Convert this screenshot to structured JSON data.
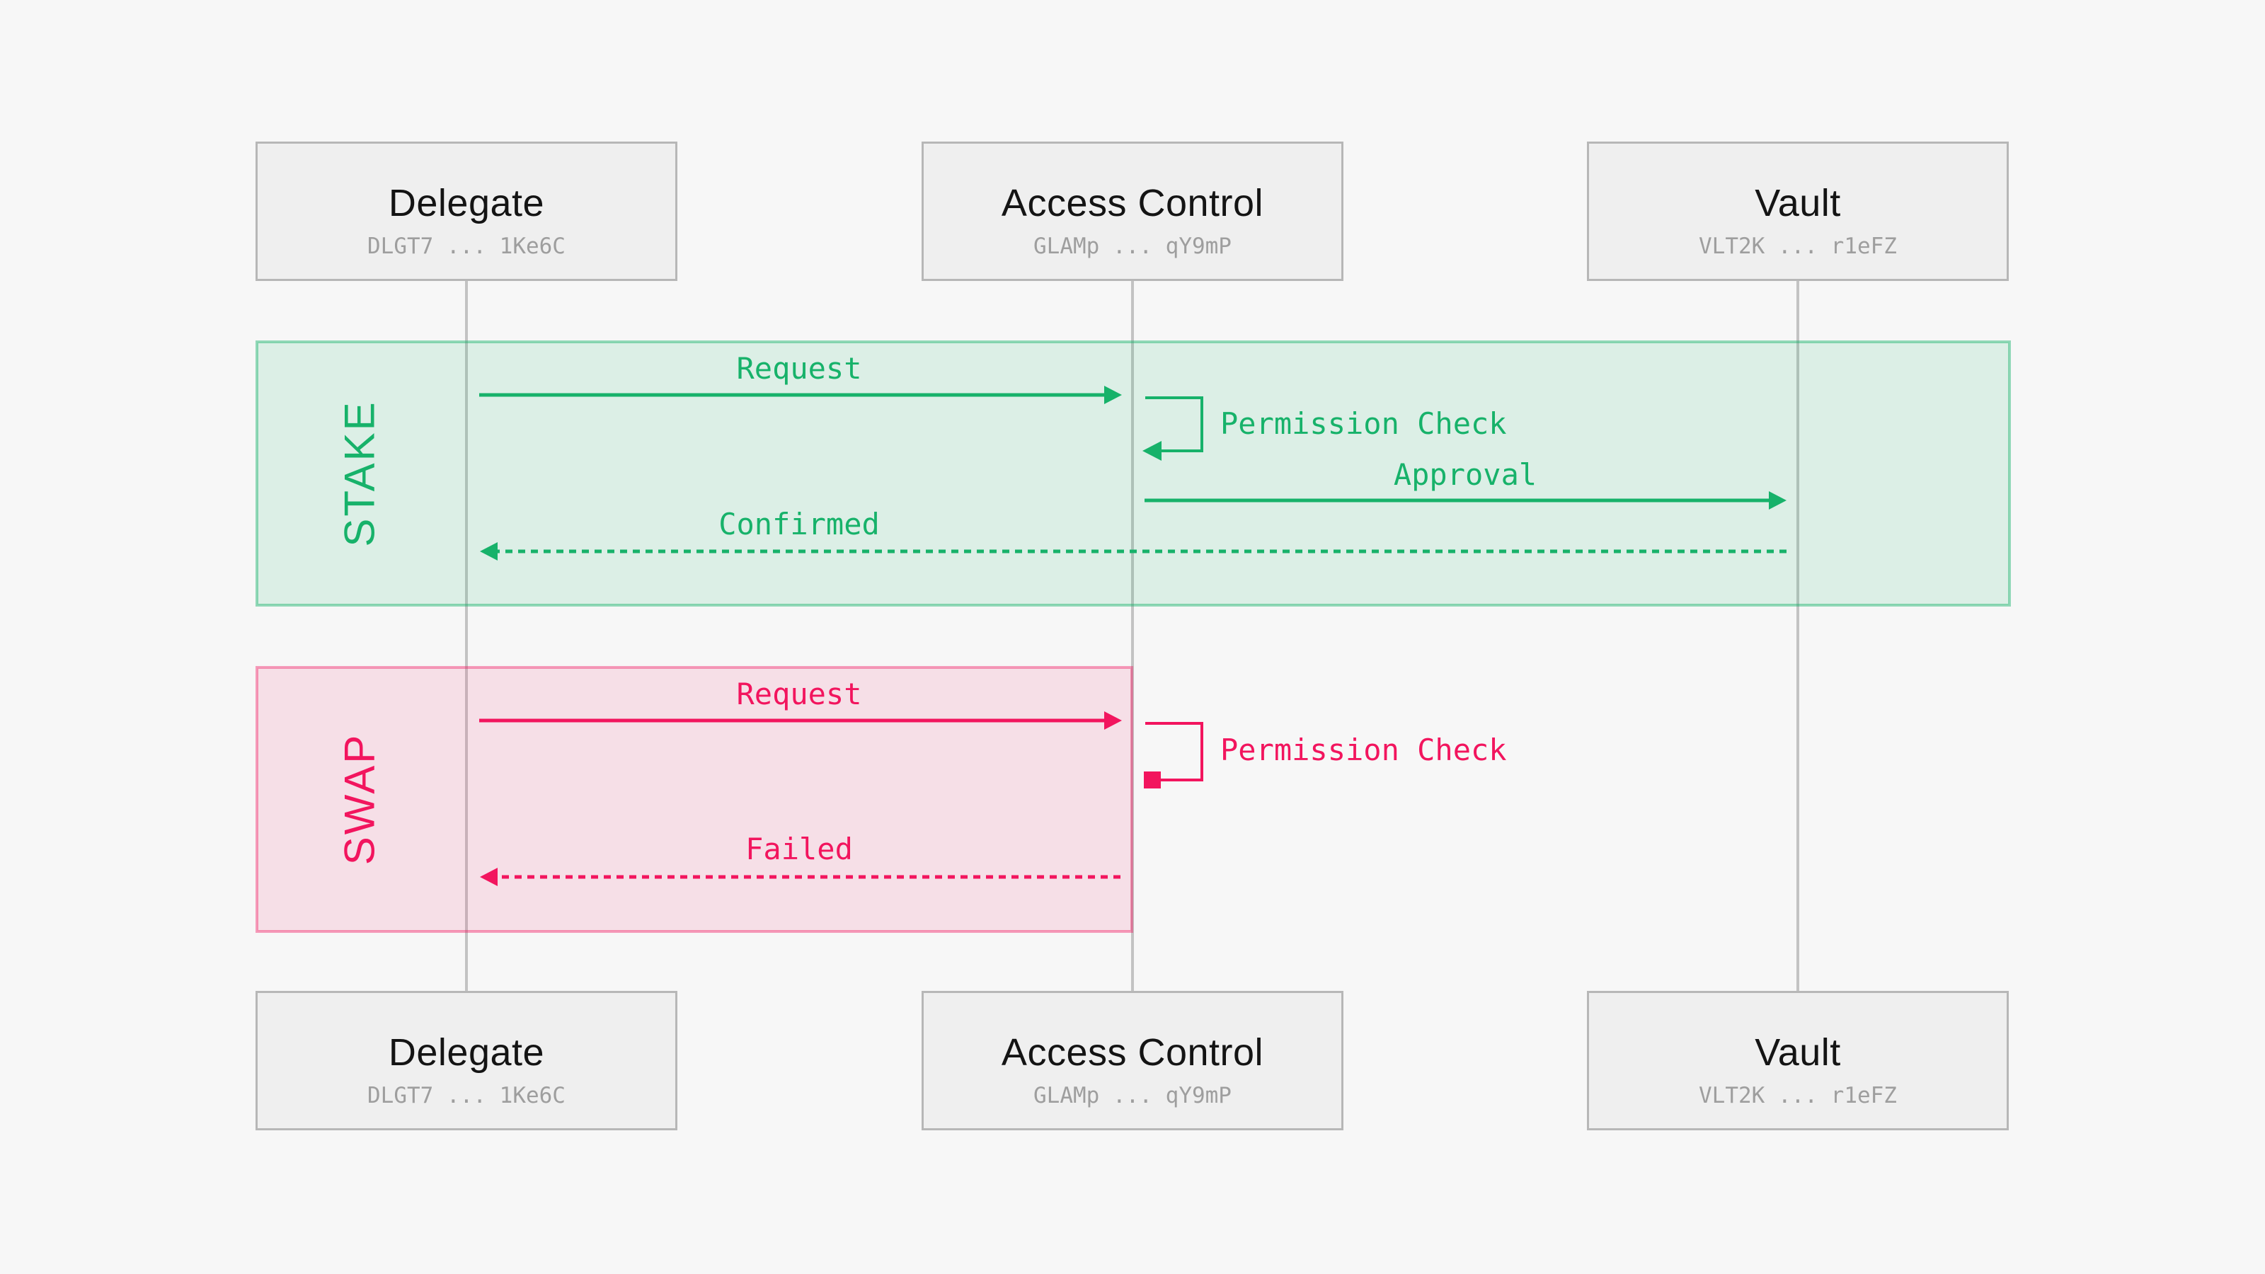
{
  "diagram": {
    "type": "sequence-diagram",
    "background_color": "#f7f7f7",
    "actors": [
      {
        "name": "Delegate",
        "address": "DLGT7 ... 1Ke6C"
      },
      {
        "name": "Access Control",
        "address": "GLAMp ... qY9mP"
      },
      {
        "name": "Vault",
        "address": "VLT2K ... r1eFZ"
      }
    ],
    "sections": [
      {
        "label": "STAKE",
        "color": "#17b26a",
        "outcome": "success",
        "messages": [
          {
            "label": "Request",
            "from": "Delegate",
            "to": "Access Control",
            "style": "solid-arrow"
          },
          {
            "label": "Permission Check",
            "from": "Access Control",
            "to": "Access Control",
            "style": "self-loop-arrow"
          },
          {
            "label": "Approval",
            "from": "Access Control",
            "to": "Vault",
            "style": "solid-arrow"
          },
          {
            "label": "Confirmed",
            "from": "Vault",
            "to": "Delegate",
            "style": "dashed-return-arrow"
          }
        ]
      },
      {
        "label": "SWAP",
        "color": "#f2155e",
        "outcome": "failure",
        "messages": [
          {
            "label": "Request",
            "from": "Delegate",
            "to": "Access Control",
            "style": "solid-arrow"
          },
          {
            "label": "Permission Check",
            "from": "Access Control",
            "to": "Access Control",
            "style": "self-loop-blocked"
          },
          {
            "label": "Failed",
            "from": "Access Control",
            "to": "Delegate",
            "style": "dashed-return-arrow"
          }
        ]
      }
    ]
  }
}
